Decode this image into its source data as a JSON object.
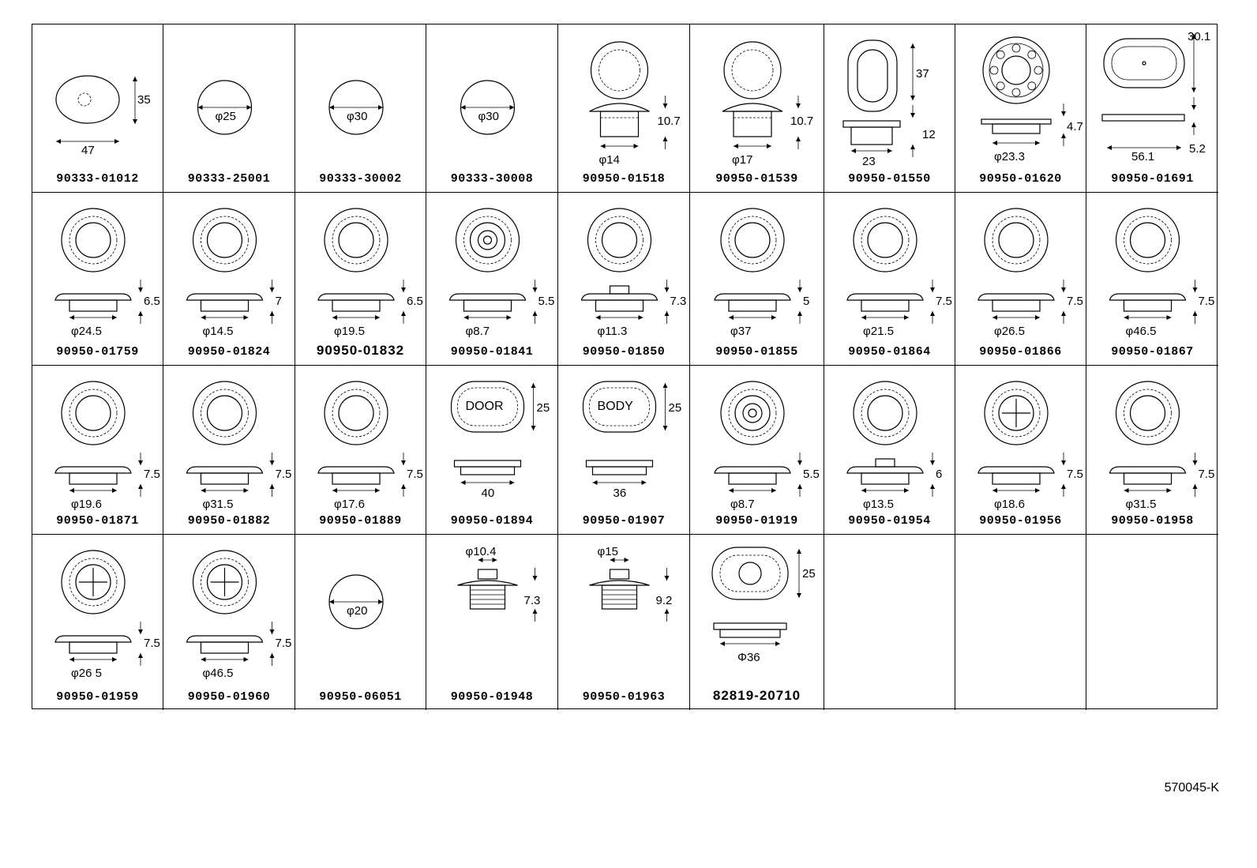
{
  "figure_ref": "570045-K",
  "cells": [
    {
      "part": "90333-01012",
      "kind": "oval-plug",
      "dims": [
        "35",
        "47"
      ]
    },
    {
      "part": "90333-25001",
      "kind": "flat-disc",
      "dims": [
        "φ25"
      ]
    },
    {
      "part": "90333-30002",
      "kind": "flat-disc",
      "dims": [
        "φ30"
      ]
    },
    {
      "part": "90333-30008",
      "kind": "flat-disc",
      "dims": [
        "φ30"
      ]
    },
    {
      "part": "90950-01518",
      "kind": "dome-plug",
      "dims": [
        "10.7",
        "φ14"
      ]
    },
    {
      "part": "90950-01539",
      "kind": "dome-plug",
      "dims": [
        "10.7",
        "φ17"
      ]
    },
    {
      "part": "90950-01550",
      "kind": "oblong-grommet",
      "dims": [
        "37",
        "12",
        "23"
      ]
    },
    {
      "part": "90950-01620",
      "kind": "gear-grommet",
      "dims": [
        "4.7",
        "φ23.3"
      ]
    },
    {
      "part": "90950-01691",
      "kind": "oval-flat",
      "dims": [
        "30.1",
        "5.2",
        "56.1"
      ]
    },
    {
      "part": "90950-01759",
      "kind": "ring-grommet",
      "dims": [
        "6.5",
        "φ24.5"
      ]
    },
    {
      "part": "90950-01824",
      "kind": "ring-grommet",
      "dims": [
        "7",
        "φ14.5"
      ]
    },
    {
      "part": "90950-01832",
      "kind": "ring-grommet",
      "dims": [
        "6.5",
        "φ19.5"
      ],
      "big": true
    },
    {
      "part": "90950-01841",
      "kind": "stepped-grommet",
      "dims": [
        "5.5",
        "φ8.7"
      ]
    },
    {
      "part": "90950-01850",
      "kind": "cap-grommet",
      "dims": [
        "7.3",
        "φ11.3"
      ]
    },
    {
      "part": "90950-01855",
      "kind": "ring-grommet",
      "dims": [
        "5",
        "φ37"
      ]
    },
    {
      "part": "90950-01864",
      "kind": "ring-grommet",
      "dims": [
        "7.5",
        "φ21.5"
      ]
    },
    {
      "part": "90950-01866",
      "kind": "ring-grommet",
      "dims": [
        "7.5",
        "φ26.5"
      ]
    },
    {
      "part": "90950-01867",
      "kind": "ring-grommet",
      "dims": [
        "7.5",
        "φ46.5"
      ]
    },
    {
      "part": "90950-01871",
      "kind": "ring-grommet",
      "dims": [
        "7.5",
        "φ19.6"
      ]
    },
    {
      "part": "90950-01882",
      "kind": "ring-grommet",
      "dims": [
        "7.5",
        "φ31.5"
      ]
    },
    {
      "part": "90950-01889",
      "kind": "ring-grommet",
      "dims": [
        "7.5",
        "φ17.6"
      ]
    },
    {
      "part": "90950-01894",
      "kind": "label-plug",
      "label": "DOOR",
      "dims": [
        "25",
        "40"
      ]
    },
    {
      "part": "90950-01907",
      "kind": "label-plug",
      "label": "BODY",
      "dims": [
        "25",
        "36"
      ]
    },
    {
      "part": "90950-01919",
      "kind": "stepped-grommet",
      "dims": [
        "5.5",
        "φ8.7"
      ]
    },
    {
      "part": "90950-01954",
      "kind": "cap-grommet",
      "dims": [
        "6",
        "φ13.5"
      ]
    },
    {
      "part": "90950-01956",
      "kind": "cross-grommet",
      "dims": [
        "7.5",
        "φ18.6"
      ]
    },
    {
      "part": "90950-01958",
      "kind": "ring-grommet",
      "dims": [
        "7.5",
        "φ31.5"
      ]
    },
    {
      "part": "90950-01959",
      "kind": "cross-grommet",
      "dims": [
        "7.5",
        "φ26 5"
      ]
    },
    {
      "part": "90950-01960",
      "kind": "cross-grommet",
      "dims": [
        "7.5",
        "φ46.5"
      ]
    },
    {
      "part": "90950-06051",
      "kind": "flat-disc",
      "dims": [
        "φ20"
      ]
    },
    {
      "part": "90950-01948",
      "kind": "cap-plug",
      "dims": [
        "φ10.4",
        "7.3"
      ]
    },
    {
      "part": "90950-01963",
      "kind": "ribbed-plug",
      "dims": [
        "φ15",
        "9.2"
      ]
    },
    {
      "part": "82819-20710",
      "kind": "oval-grommet",
      "dims": [
        "25",
        "Φ36"
      ],
      "big": true
    },
    {
      "part": "",
      "kind": "empty",
      "dims": []
    },
    {
      "part": "",
      "kind": "empty",
      "dims": []
    },
    {
      "part": "",
      "kind": "empty",
      "dims": []
    }
  ]
}
